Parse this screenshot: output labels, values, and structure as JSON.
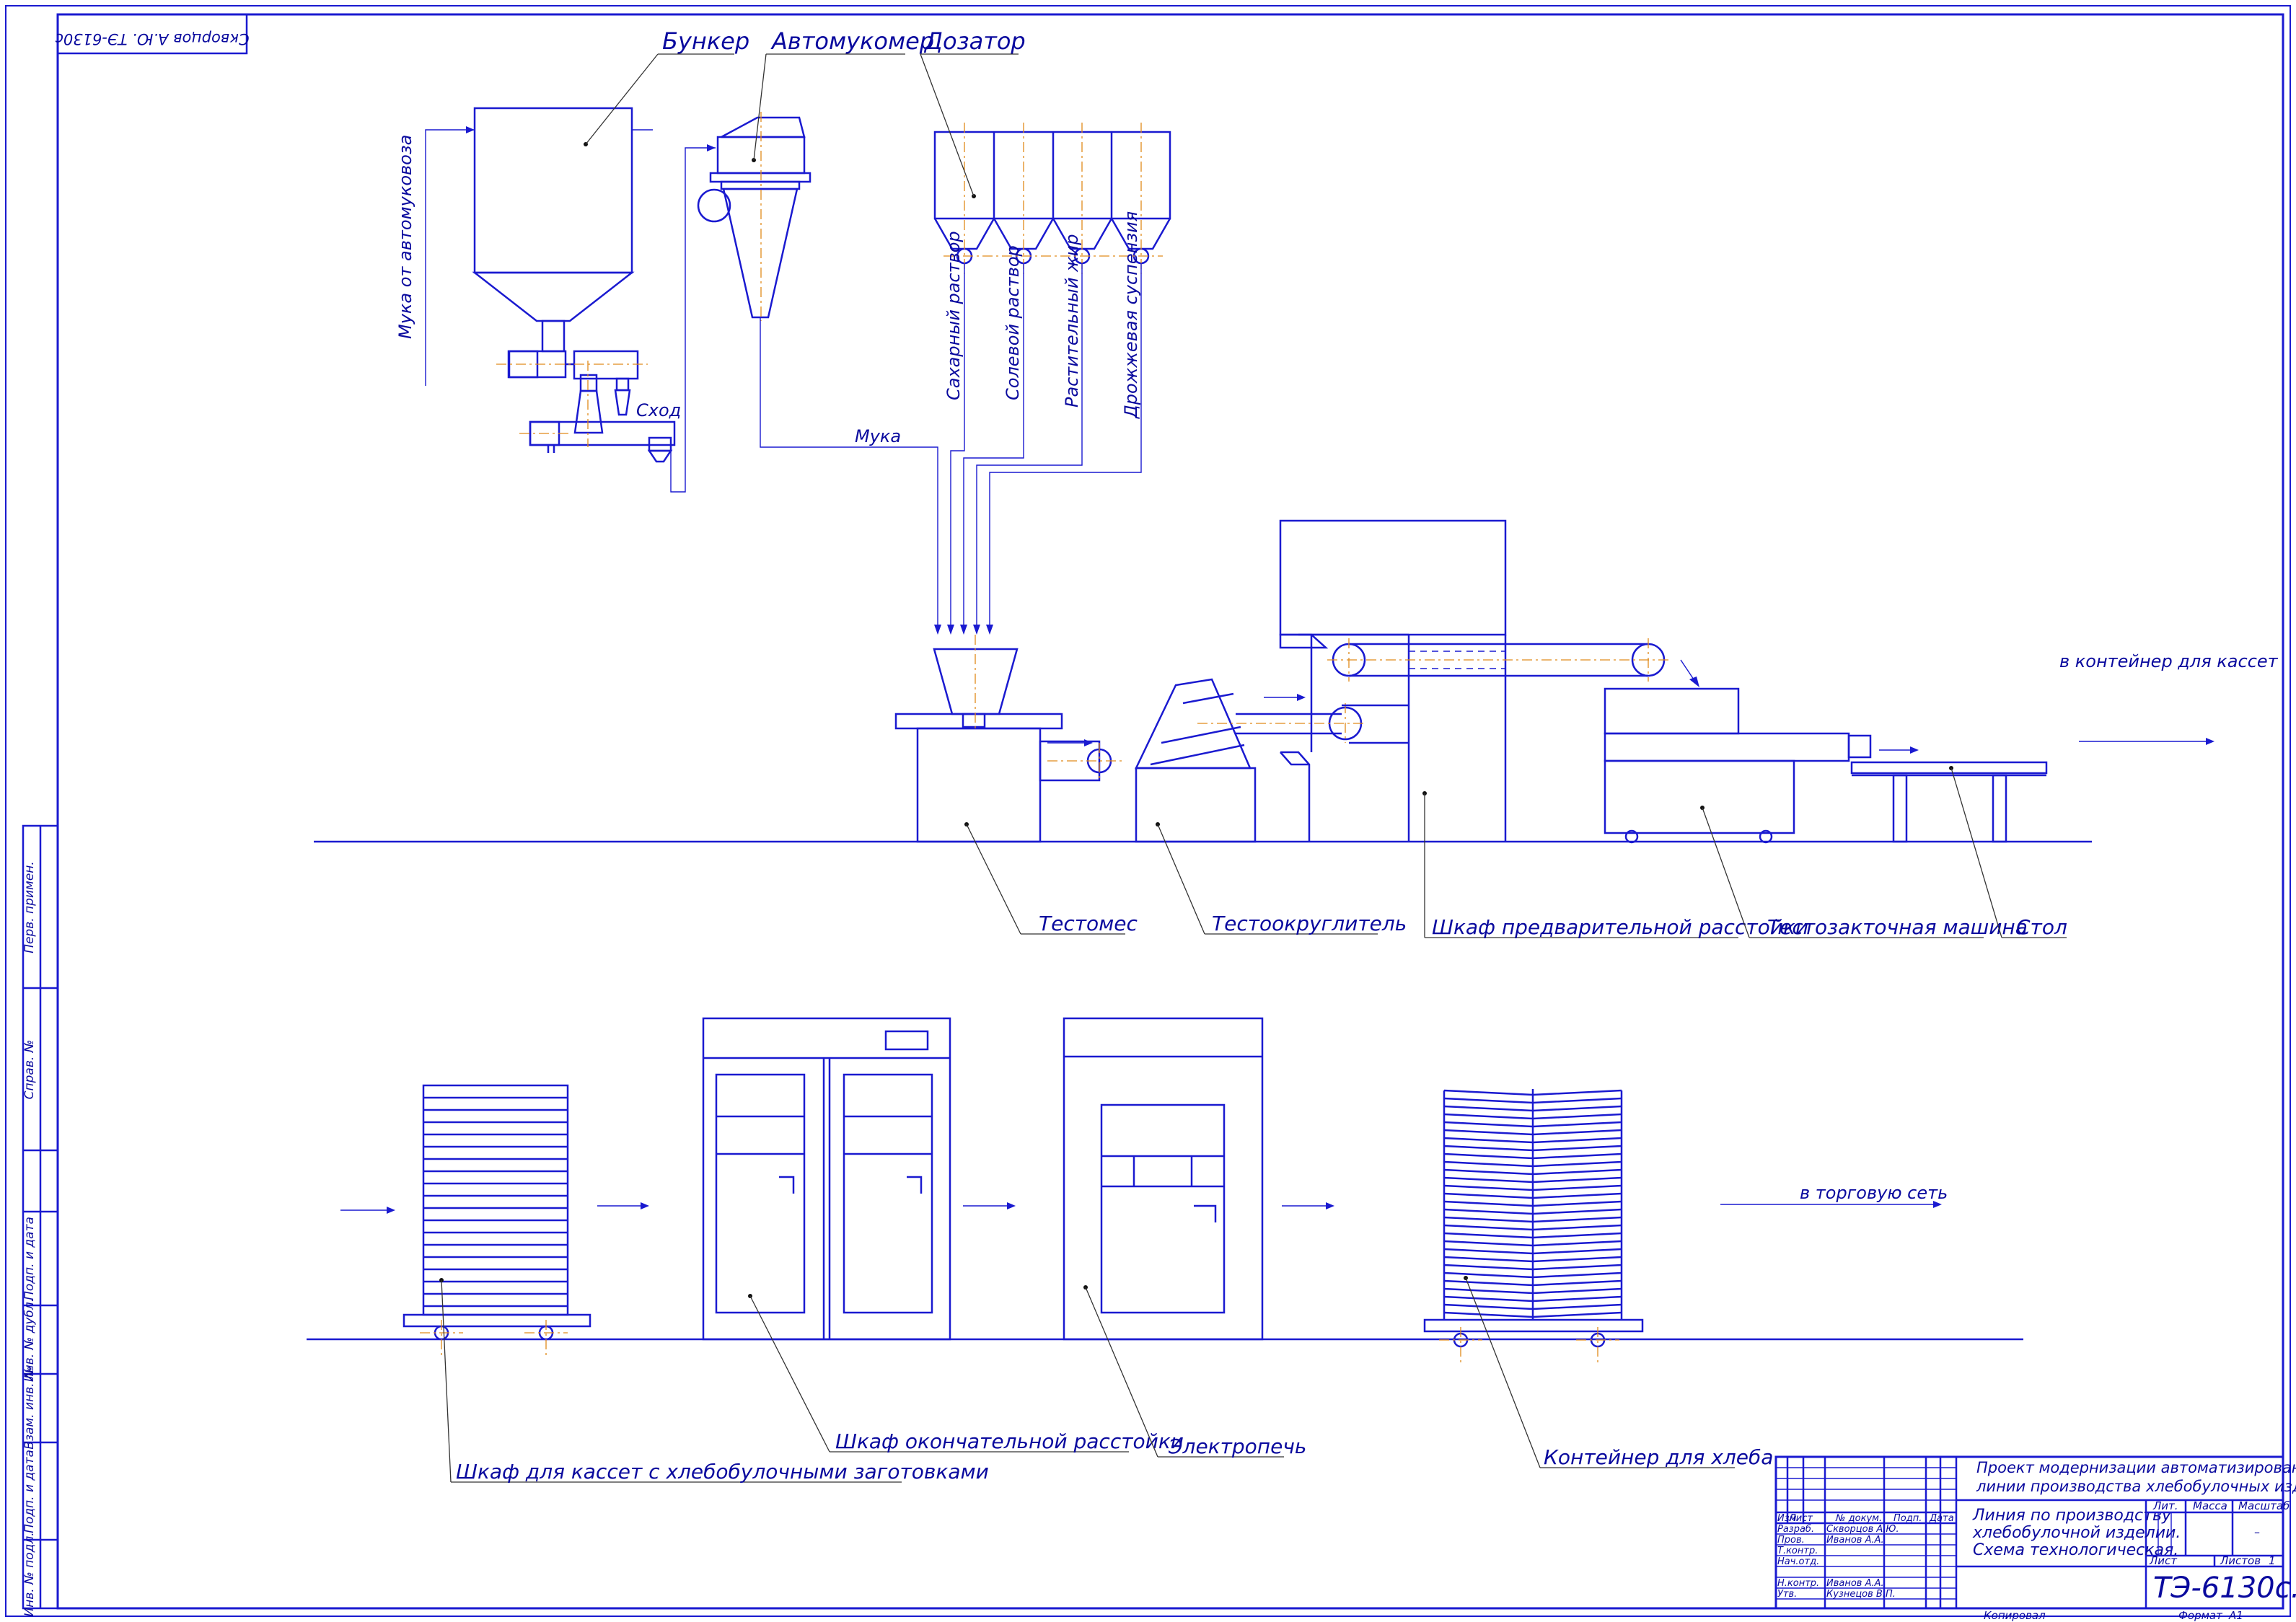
{
  "labels": {
    "bunker": "Бункер",
    "avtomukomer": "Автомукомер",
    "dozator": "Дозатор",
    "flour_from_truck": "Мука от автомуковоза",
    "skhod": "Сход",
    "muka": "Мука",
    "sugar_solution": "Сахарный раствор",
    "salt_solution": "Солевой раствор",
    "vegetable_fat": "Растительный жир",
    "yeast_suspension": "Дрожжевая суспензия",
    "to_cassette_container": "в контейнер для кассет",
    "testomes": "Тестомес",
    "testookruglitel": "Тестоокруглитель",
    "proof_cabinet_pre": "Шкаф предварительной расстойки",
    "shaping_machine": "Тестозакточная машина",
    "table": "Стол",
    "cassette_cabinet": "Шкаф для кассет с хлебобулочными заготовками",
    "proof_cabinet_final": "Шкаф окончательной расстойки",
    "electric_oven": "Электропечь",
    "bread_container": "Контейнер для хлеба",
    "to_retail": "в торговую сеть"
  },
  "stamp_top": "Скворцов А.Ю. ТЭ-6130с",
  "title_block": {
    "project": "Проект модернизации автоматизированной линии производства хлебобулочных изделий.",
    "project_line1": "Проект модернизации автоматизированной",
    "project_line2": "линии производства хлебобулочных изделий.",
    "sheet_title_line1": "Линия по производству",
    "sheet_title_line2": "хлебобулочной изделии.",
    "sheet_title_line3": "Схема технологическая.",
    "designation": "ТЭ-6130с.",
    "col_izm": "Изм",
    "col_list": "Лист",
    "col_doc": "№ докум.",
    "col_sign": "Подп.",
    "col_date": "Дата",
    "role_razrab": "Разраб.",
    "role_prov": "Пров.",
    "role_tkontr": "Т.контр.",
    "role_nachotd": "Нач.отд.",
    "role_nkontr": "Н.контр.",
    "role_utv": "Утв.",
    "name_razrab": "Скворцов А.Ю.",
    "name_prov": "Иванов А.А.",
    "name_nkontr": "Иванов А.А.",
    "name_utv": "Кузнецов В.П.",
    "lit": "Лит.",
    "massa": "Масса",
    "masshtab": "Масштаб",
    "masshtab_value": "–",
    "list_label": "Лист",
    "listov_label": "Листов",
    "listov_value": "1",
    "kopiroval": "Копировал",
    "format_label": "Формат",
    "format_value": "А1"
  },
  "side_strip": {
    "perv_primen": "Перв. примен.",
    "sprav_no": "Справ. №",
    "podp_data_1": "Подп. и дата",
    "inv_dubl": "Инв. № дубл.",
    "vzam_inv": "Взам. инв. №",
    "podp_data_2": "Подп. и дата",
    "inv_podl": "Инв. № подл."
  },
  "colors": {
    "line": "#1a1ad0",
    "text": "#0a0a9e",
    "axis": "#e08a1a",
    "leader": "#333333"
  }
}
